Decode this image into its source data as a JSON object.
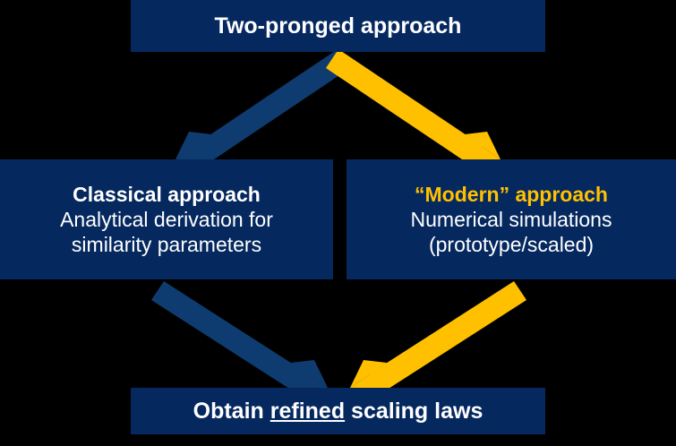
{
  "diagram": {
    "title": "Two-pronged approach",
    "colors": {
      "box_fill": "#05285F",
      "background": "#000000",
      "text": "#FFFFFF",
      "accent_yellow": "#FFC000",
      "arrow_blue": "#0F3C70"
    },
    "nodes": {
      "top": {
        "label": "Two-pronged approach"
      },
      "left": {
        "heading": "Classical approach",
        "line1": "Analytical derivation for",
        "line2": "similarity parameters"
      },
      "right": {
        "heading": "“Modern” approach",
        "line1": "Numerical simulations",
        "line2": "(prototype/scaled)"
      },
      "bottom": {
        "prefix": "Obtain ",
        "emphasis": "refined",
        "suffix": " scaling laws"
      }
    },
    "arrows": [
      {
        "name": "top-to-left",
        "color": "#0F3C70",
        "from": "top",
        "to": "left"
      },
      {
        "name": "top-to-right",
        "color": "#FFC000",
        "from": "top",
        "to": "right"
      },
      {
        "name": "left-to-bottom",
        "color": "#0F3C70",
        "from": "left",
        "to": "bottom"
      },
      {
        "name": "right-to-bottom",
        "color": "#FFC000",
        "from": "right",
        "to": "bottom"
      }
    ]
  }
}
